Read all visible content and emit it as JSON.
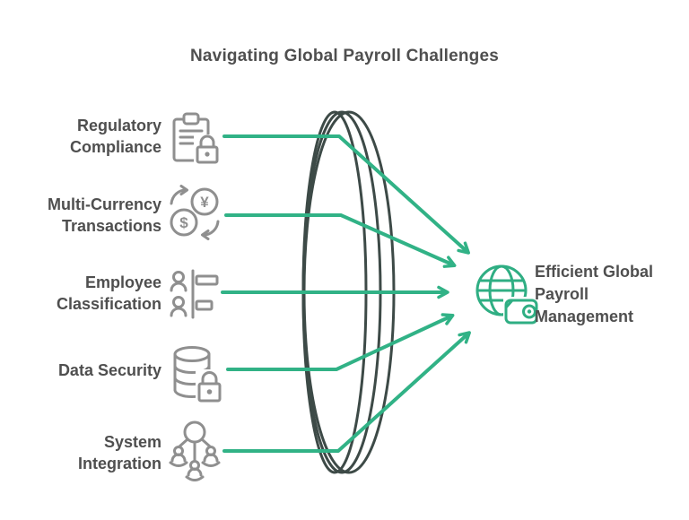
{
  "title": "Navigating Global Payroll Challenges",
  "colors": {
    "arrow_green": "#31b286",
    "result_icon_green": "#2fae83",
    "lens_stroke": "#3d4a47",
    "icon_gray": "#8f8f8f",
    "text_gray": "#4f4f4f",
    "background": "#ffffff"
  },
  "challenges": [
    {
      "line1": "Regulatory",
      "line2": "Compliance",
      "icon": "clipboard-lock-icon"
    },
    {
      "line1": "Multi-Currency",
      "line2": "Transactions",
      "icon": "currency-exchange-icon"
    },
    {
      "line1": "Employee",
      "line2": "Classification",
      "icon": "employee-classification-icon"
    },
    {
      "line1": "Data Security",
      "line2": "",
      "icon": "database-lock-icon"
    },
    {
      "line1": "System",
      "line2": "Integration",
      "icon": "people-network-icon"
    }
  ],
  "result": {
    "line1": "Efficient Global",
    "line2": "Payroll",
    "line3": "Management",
    "icon": "globe-wallet-icon"
  },
  "currency_symbols": {
    "yen": "¥",
    "dollar": "$"
  }
}
